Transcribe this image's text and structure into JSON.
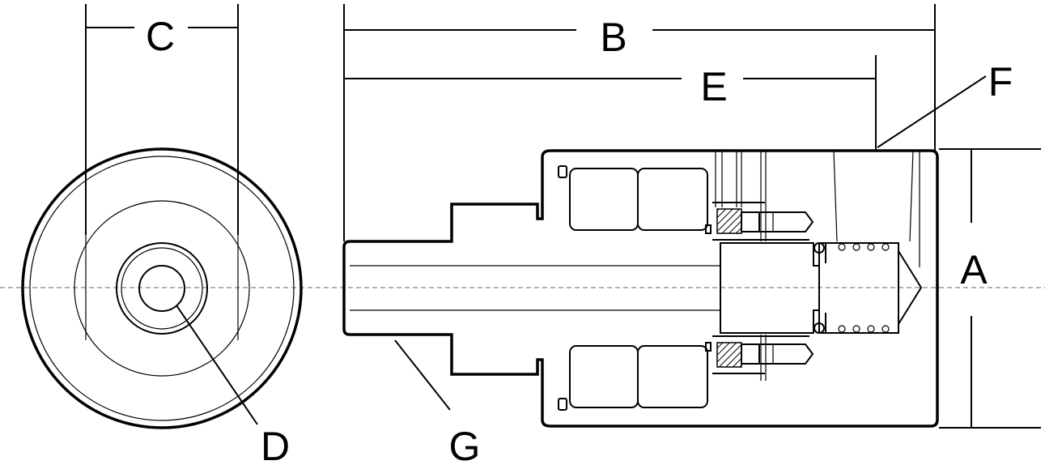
{
  "labels": {
    "a": "A",
    "b": "B",
    "c": "C",
    "d": "D",
    "e": "E",
    "f": "F",
    "g": "G"
  },
  "colors": {
    "line": "#000000",
    "centerline": "#666666",
    "background": "#ffffff"
  }
}
